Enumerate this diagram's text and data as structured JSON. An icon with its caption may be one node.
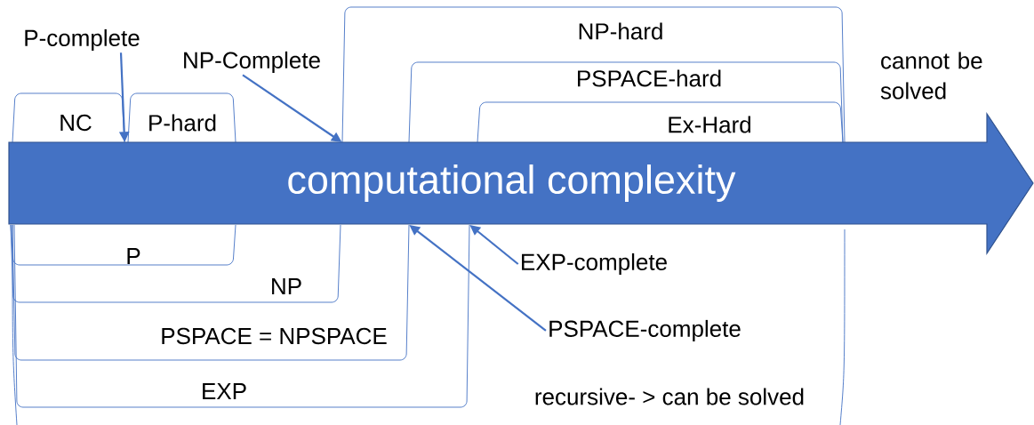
{
  "diagram": {
    "nodes": [
      {
        "text": [
          "P-complete"
        ]
      },
      {
        "text": [
          "NC"
        ]
      },
      {
        "text": [
          "P-hard"
        ]
      },
      {
        "text": [
          "NP-Complete"
        ]
      },
      {
        "text": [
          "NP-hard"
        ]
      },
      {
        "text": [
          "PSPACE-hard"
        ],
        "in": 4
      },
      {
        "text": [
          "Ex-Hard"
        ],
        "in": 5
      },
      {
        "text": [
          "computational complexity"
        ]
      },
      {
        "text": [
          "recursive- > can be solved"
        ]
      },
      {
        "text": [
          "EXP"
        ],
        "in": 8
      },
      {
        "text": [
          "PSPACE = NPSPACE"
        ],
        "in": 9
      },
      {
        "text": [
          "NP"
        ],
        "in": 10
      },
      {
        "text": [
          "P"
        ],
        "in": 11
      },
      {
        "text": [
          "EXP-complete"
        ],
        "in": 8
      },
      {
        "text": [
          "PSPACE-complete"
        ],
        "in": 8
      }
    ],
    "edges": [
      {
        "from": 0,
        "to": 1,
        "arrow": "to"
      },
      {
        "from": 3,
        "to": 4,
        "arrow": "to"
      },
      {
        "from": 13,
        "to": 9,
        "arrow": "to"
      },
      {
        "from": 14,
        "to": 10,
        "arrow": "to"
      }
    ],
    "labels": [
      "cannot be solved"
    ]
  }
}
